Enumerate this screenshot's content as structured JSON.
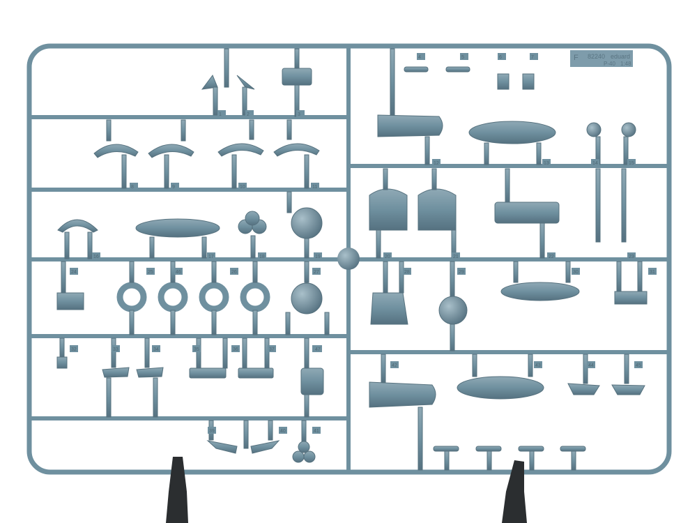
{
  "sprue": {
    "color": "#6f909f",
    "shade": "#56717e",
    "highlight": "#9fb7c2",
    "background": "#ffffff",
    "tag_text": [
      "82240",
      "eduard",
      "P-40",
      "1:48"
    ],
    "letter": "F"
  },
  "part_numbers": [
    "1",
    "2",
    "3",
    "4",
    "5",
    "6",
    "7",
    "8",
    "9",
    "10",
    "11",
    "12",
    "13",
    "14",
    "15",
    "16",
    "17",
    "18",
    "19",
    "20",
    "21",
    "22",
    "23",
    "24",
    "25",
    "26",
    "27",
    "28",
    "29",
    "30",
    "31",
    "32",
    "33",
    "34",
    "35",
    "36",
    "37",
    "38",
    "39",
    "40",
    "41",
    "42",
    "43",
    "44",
    "45",
    "46",
    "47"
  ],
  "stands": {
    "color": "#2b2e30"
  }
}
